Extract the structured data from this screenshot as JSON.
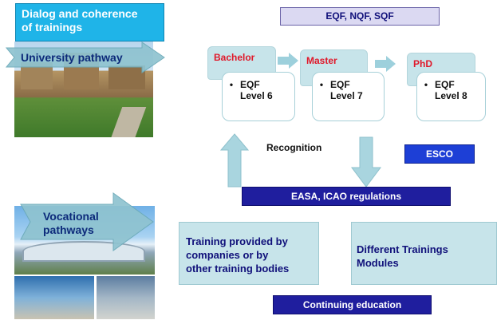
{
  "title": [
    "Dialog and coherence",
    "of trainings"
  ],
  "header": "EQF,  NQF, SQF",
  "pathways": {
    "university": "University pathway",
    "vocational": [
      "Vocational",
      "pathways"
    ]
  },
  "degrees": [
    {
      "name": "Bachelor",
      "bullet": "•",
      "eqf": "EQF",
      "level": "Level 6"
    },
    {
      "name": "Master",
      "bullet": "•",
      "eqf": "EQF",
      "level": "Level 7"
    },
    {
      "name": "PhD",
      "bullet": "•",
      "eqf": "EQF",
      "level": "Level 8"
    }
  ],
  "recognition": "Recognition",
  "esco": "ESCO",
  "regulations": "EASA,    ICAO  regulations",
  "training_companies": [
    "Training provided by",
    "companies or by",
    "other training bodies"
  ],
  "training_modules": [
    "Different Trainings",
    "Modules"
  ],
  "continuing": "Continuing education",
  "colors": {
    "accent_blue": "#1fb4e8",
    "dark_navy": "#1f1e9e",
    "esco_blue": "#1d3fd6",
    "teal_light": "#c7e4ea",
    "degree_red": "#e0182a"
  }
}
